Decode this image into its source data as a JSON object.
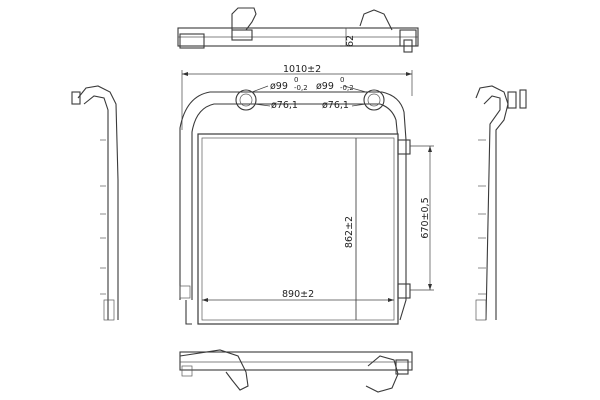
{
  "dimensions": {
    "overall_width": "1010±2",
    "inlet_outer_left": "ø99",
    "inlet_tol_left_top": "0",
    "inlet_tol_left_bot": "-0,2",
    "inlet_outer_right": "ø99",
    "inlet_tol_right_top": "0",
    "inlet_tol_right_bot": "-0,2",
    "inlet_inner_left": "ø76,1",
    "inlet_inner_right": "ø76,1",
    "core_height": "862±2",
    "mount_height": "670±0,5",
    "core_width": "890±2",
    "depth": "62"
  }
}
